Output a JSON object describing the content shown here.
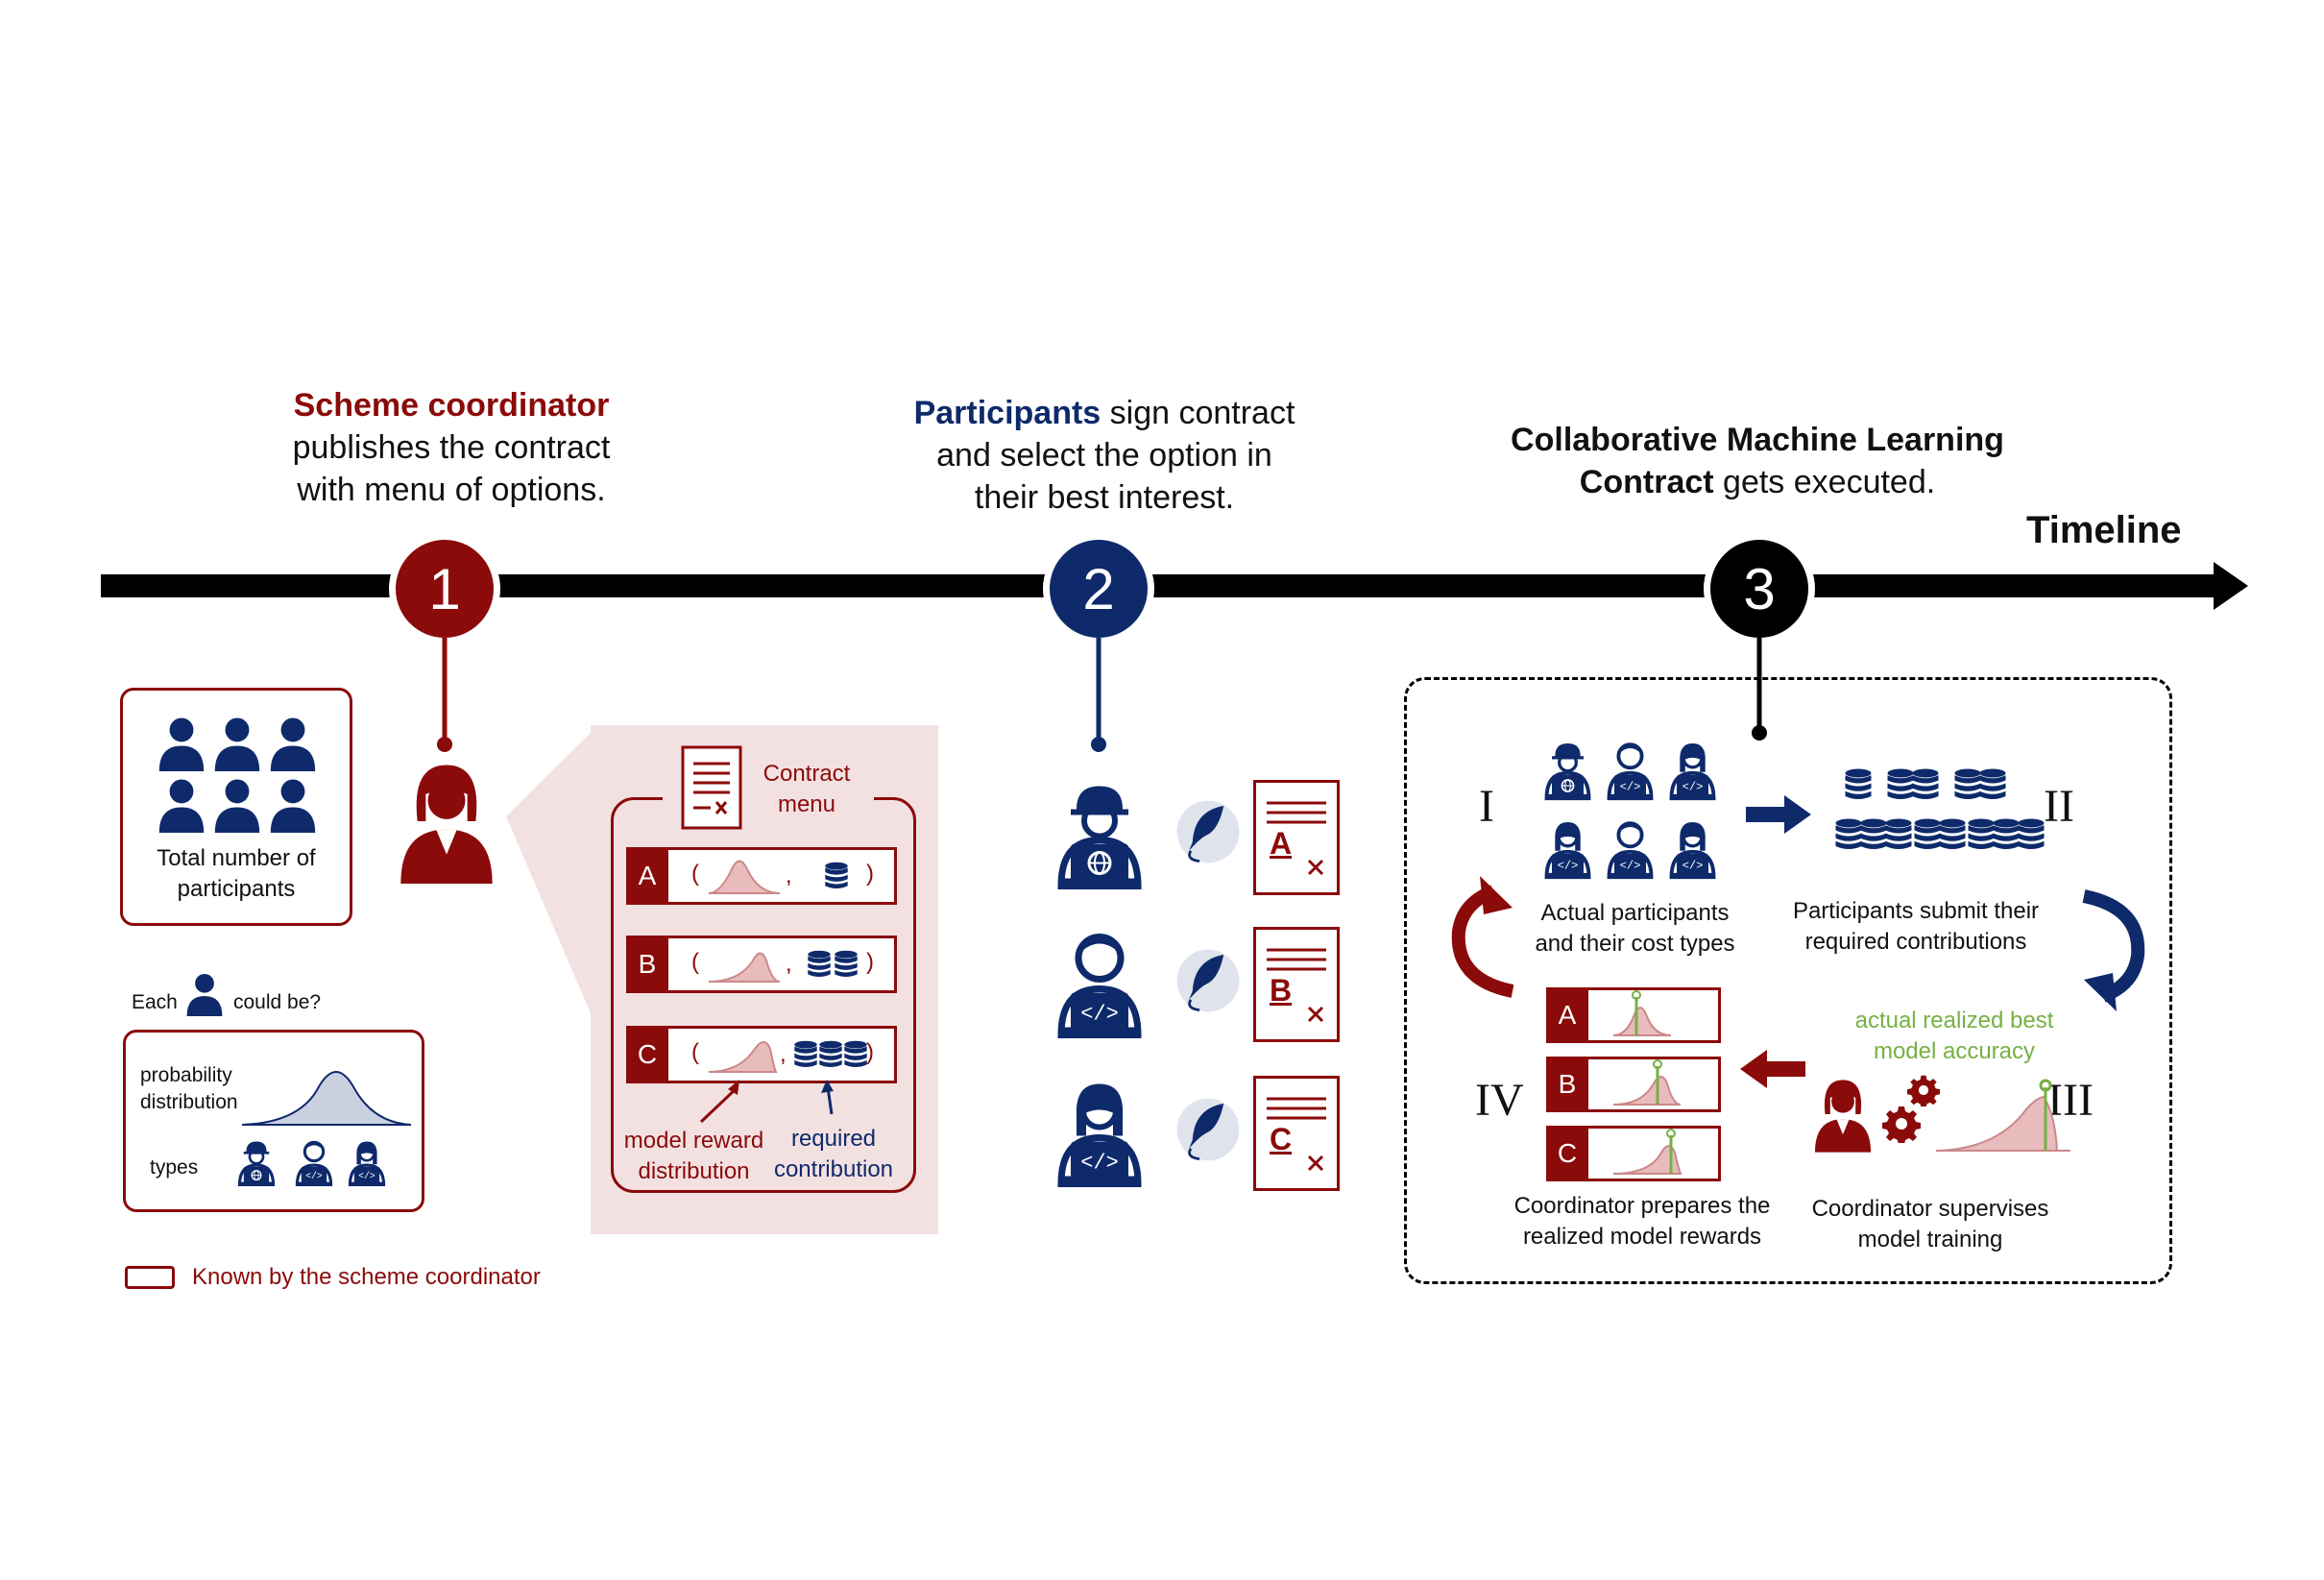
{
  "steps": {
    "s1": {
      "number": "1",
      "title": "Scheme coordinator",
      "line1": "publishes the contract",
      "line2": "with menu of options."
    },
    "s2": {
      "number": "2",
      "title": "Participants",
      "title_rest": " sign contract",
      "line1": "and select the option in",
      "line2": "their best interest."
    },
    "s3": {
      "number": "3",
      "title": "Collaborative Machine Learning",
      "title2": "Contract",
      "title2_rest": " gets executed."
    }
  },
  "timeline_label": "Timeline",
  "left_panel": {
    "total_line1": "Total number of",
    "total_line2": "participants",
    "each_prefix": "Each",
    "each_suffix": "could be?",
    "prob_line1": "probability",
    "prob_line2": "distribution",
    "types": "types",
    "legend": "Known by the scheme coordinator"
  },
  "contract_menu": {
    "title1": "Contract",
    "title2": "menu",
    "options": [
      "A",
      "B",
      "C"
    ],
    "comma": ",",
    "paren_open": "(",
    "paren_close": ")",
    "annot_reward1": "model reward",
    "annot_reward2": "distribution",
    "annot_contrib1": "required",
    "annot_contrib2": "contribution"
  },
  "signed_docs": [
    "A",
    "B",
    "C"
  ],
  "execution": {
    "roman": [
      "I",
      "II",
      "III",
      "IV"
    ],
    "stage1_line1": "Actual participants",
    "stage1_line2": "and their cost types",
    "stage2_line1": "Participants submit their",
    "stage2_line2": "required contributions",
    "stage3_line1": "Coordinator supervises",
    "stage3_line2": "model training",
    "stage3_green1": "actual realized best",
    "stage3_green2": "model accuracy",
    "stage4_line1": "Coordinator prepares the",
    "stage4_line2": "realized model rewards",
    "reward_options": [
      "A",
      "B",
      "C"
    ]
  },
  "colors": {
    "red": "#8b0a0a",
    "navy": "#0e2a6b",
    "black": "#000000",
    "green": "#76b043",
    "pink": "#f3e1e1",
    "curve_fill": "#e8bcbc"
  }
}
